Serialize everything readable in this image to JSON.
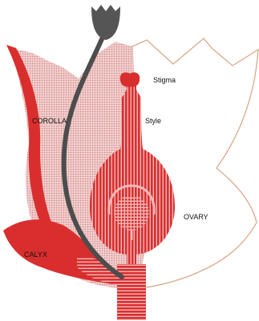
{
  "diagram": {
    "labels": {
      "stigma": "Stigma",
      "style": "Style",
      "corolla": "COROLLA",
      "ovary": "OVARY",
      "calyx": "CALYX"
    }
  },
  "colors": {
    "red": "#d92e2e",
    "pink": "#f0c8c8",
    "pink_dot": "#d98a8a",
    "outline": "#d9a98a",
    "pollen_tube": "#4d4d4d",
    "grain": "#555555",
    "stripe_light": "#f3b8b8"
  }
}
